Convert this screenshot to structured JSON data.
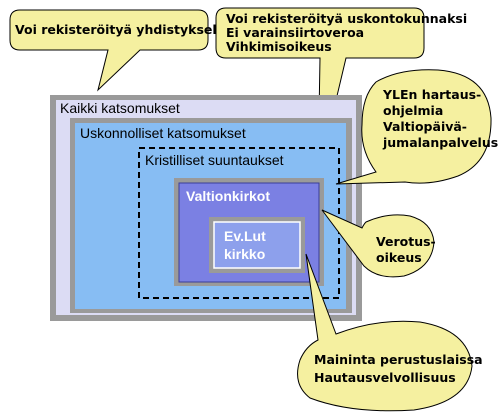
{
  "boxes": {
    "all_views": "Kaikki katsomukset",
    "religious_views": "Uskonnolliset katsomukset",
    "christian_denominations": "Kristilliset suuntaukset",
    "state_churches": "Valtionkirkot",
    "ev_lut_church": [
      "Ev.Lut",
      "kirkko"
    ]
  },
  "callouts": {
    "association": [
      "Voi rekisteröityä yhdistykseksi"
    ],
    "religious_community": [
      "Voi rekisteröityä uskontokunnaksi",
      "Ei varainsiirtoveroa",
      "Vihkimisoikeus"
    ],
    "yle": [
      "YLEn hartaus-",
      "ohjelmia",
      "Valtiopäivä-",
      "jumalanpalvelus"
    ],
    "taxation": [
      "Verotus-",
      "oikeus"
    ],
    "constitution": [
      "Maininta perustuslaissa",
      "Hautausvelvollisuus"
    ]
  },
  "colors": {
    "callout_fill": "#f5f0a0",
    "all_views_fill": "#dcdcf4",
    "religious_fill": "#87bdf3",
    "state_church_fill": "#7b80e3",
    "ev_lut_fill": "#8da0ec",
    "bevel_frame": "#9a9a9a"
  }
}
